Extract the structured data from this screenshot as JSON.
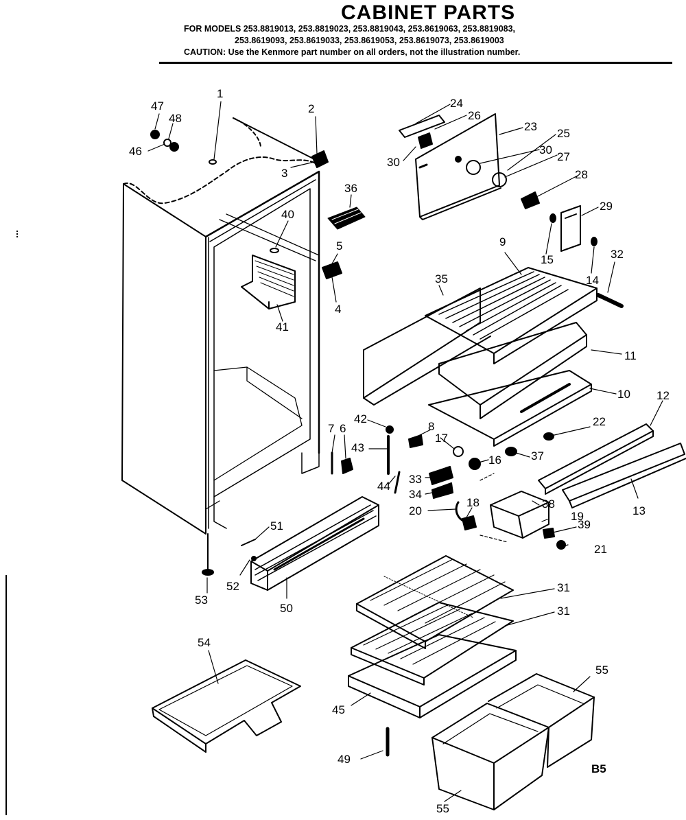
{
  "header": {
    "title": "CABINET PARTS",
    "models_line1": "FOR MODELS 253.8819013, 253.8819023, 253.8819043, 253.8619063, 253.8819083,",
    "models_line2": "253.8619093, 253.8619033, 253.8619053, 253.8619073, 253.8619003",
    "caution": "CAUTION: Use the Kenmore part number on all orders, not the illustration number."
  },
  "callouts": [
    "1",
    "2",
    "3",
    "4",
    "5",
    "6",
    "7",
    "8",
    "9",
    "10",
    "11",
    "12",
    "13",
    "14",
    "15",
    "16",
    "17",
    "18",
    "19",
    "20",
    "21",
    "22",
    "23",
    "24",
    "25",
    "26",
    "27",
    "28",
    "29",
    "30",
    "30",
    "31",
    "31",
    "32",
    "33",
    "34",
    "35",
    "36",
    "37",
    "38",
    "39",
    "40",
    "41",
    "42",
    "43",
    "44",
    "45",
    "46",
    "47",
    "48",
    "49",
    "50",
    "51",
    "52",
    "53",
    "54",
    "55",
    "55"
  ],
  "corner_code": "B5"
}
